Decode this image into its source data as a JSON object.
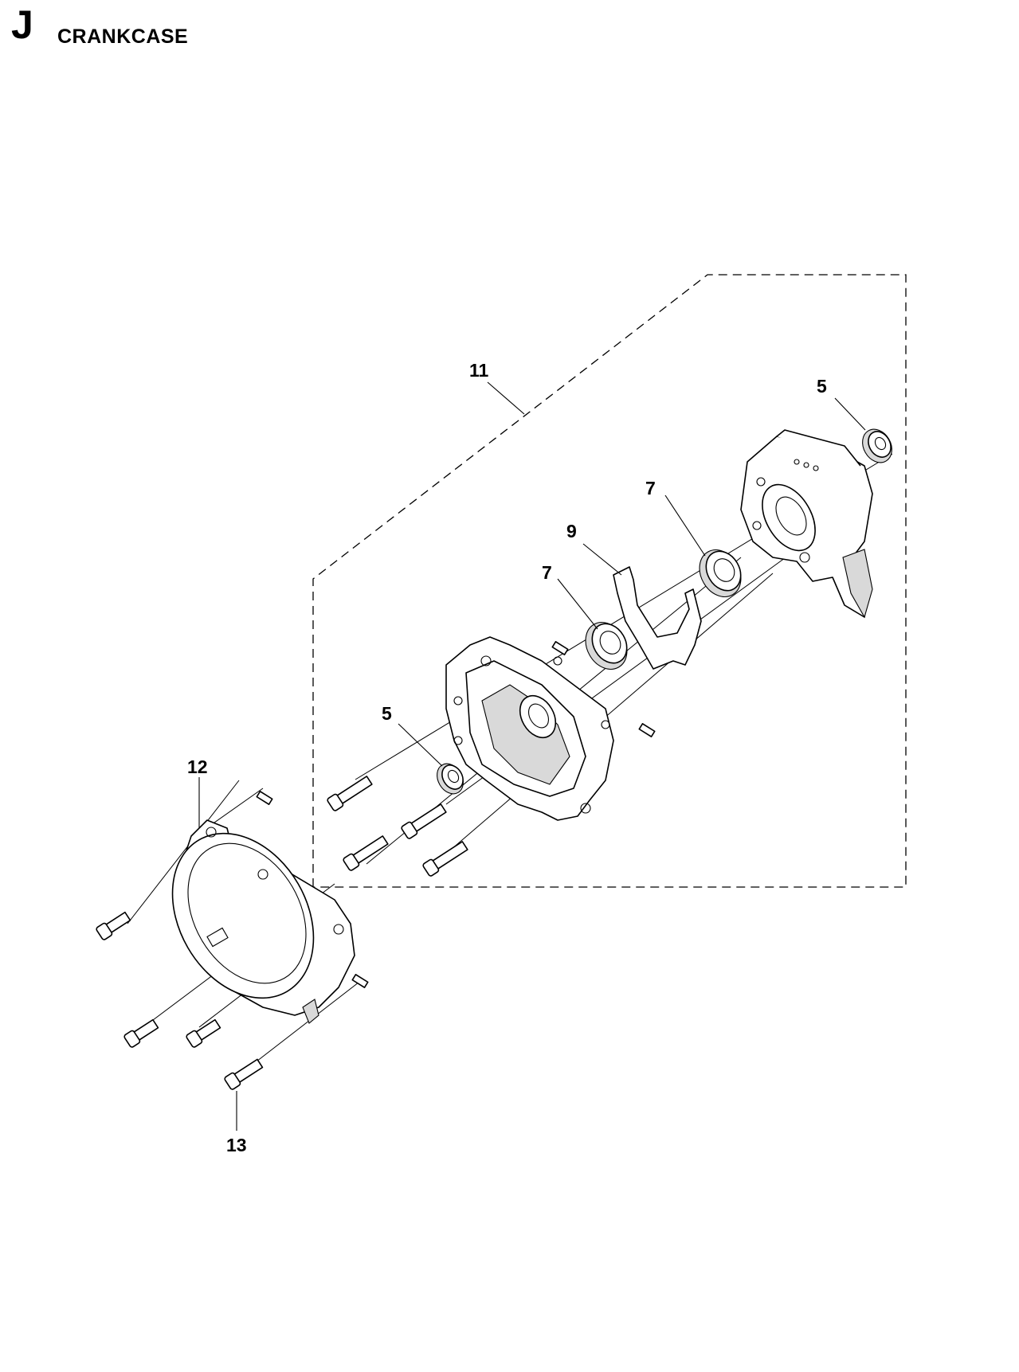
{
  "header": {
    "section_letter": "J",
    "section_title": "CRANKCASE"
  },
  "callouts": [
    {
      "id": "c-11",
      "label": "11"
    },
    {
      "id": "c-5-top",
      "label": "5"
    },
    {
      "id": "c-7-right",
      "label": "7"
    },
    {
      "id": "c-9",
      "label": "9"
    },
    {
      "id": "c-7-left",
      "label": "7"
    },
    {
      "id": "c-5-left",
      "label": "5"
    },
    {
      "id": "c-12",
      "label": "12"
    },
    {
      "id": "c-13",
      "label": "13"
    }
  ]
}
